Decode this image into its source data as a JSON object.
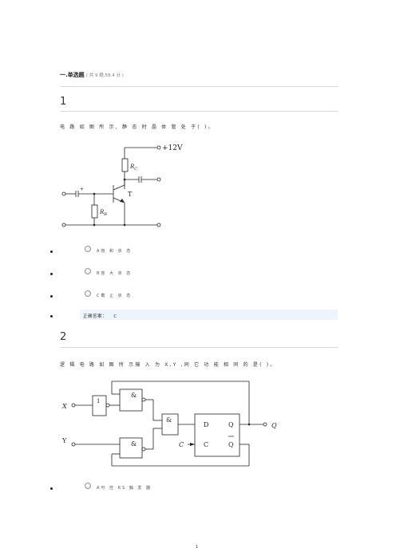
{
  "section": {
    "title": "一.单选题",
    "meta": "( 共 9 题,59.4 分 )"
  },
  "q1": {
    "number": "1",
    "text": "电 路 如 图 所 示, 静 态 时 晶 体 管 处 于( )。",
    "circuit": {
      "supply": "+12V",
      "rc": "R",
      "rc_sub": "C",
      "rb": "R",
      "rb_sub": "B",
      "transistor": "T",
      "cap_plus": "+"
    },
    "options": [
      {
        "label": "A饱 和 状 态"
      },
      {
        "label": "B放 大 状 态"
      },
      {
        "label": "C截 止 状 态"
      }
    ],
    "answer_label": "正确答案：",
    "answer_value": "C"
  },
  "q2": {
    "number": "2",
    "text": "逻 辑 电 路 如 图 所 示输 入 为 X,Y ,同 它 功 能 相 同 的 是( )。",
    "circuit": {
      "x_label": "X",
      "y_label": "Y",
      "not_label": "1",
      "and_label": "&",
      "d_label": "D",
      "c_in_label": "C",
      "c_pin_label": "C",
      "q_label": "Q",
      "qbar_label": "Q",
      "out_label": "Q"
    },
    "options": [
      {
        "label": "A可 控 RS 触 发 器"
      }
    ]
  },
  "footer": {
    "page": "1"
  }
}
